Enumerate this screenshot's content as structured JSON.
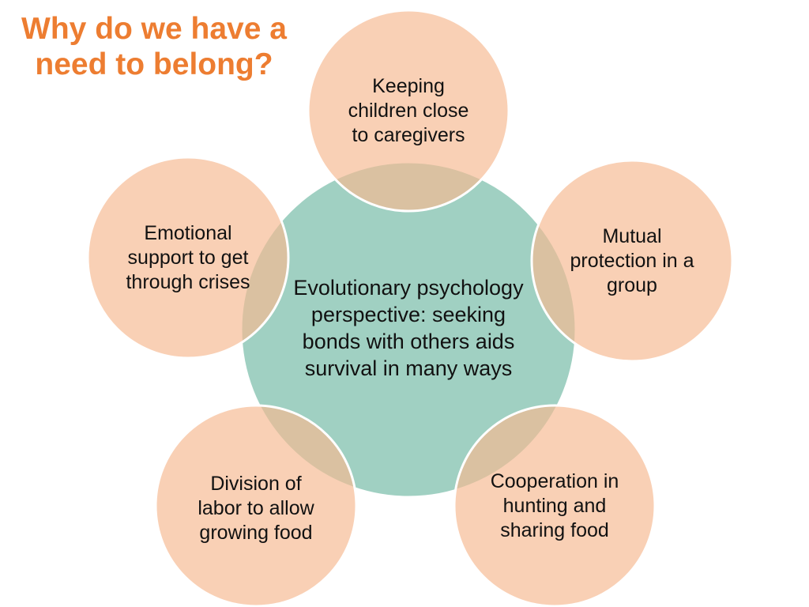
{
  "title": "Why do we have a need to belong?",
  "center": {
    "label": "Evolutionary psychology perspective: seeking bonds with others aids survival in many ways",
    "fill": "#A0D0C2"
  },
  "outer_nodes": [
    {
      "id": "top",
      "label": "Keeping children close to caregivers"
    },
    {
      "id": "right",
      "label": "Mutual protection in a group"
    },
    {
      "id": "bottom-right",
      "label": "Cooperation in hunting and sharing food"
    },
    {
      "id": "bottom-left",
      "label": "Division of labor to allow growing food"
    },
    {
      "id": "left",
      "label": "Emotional support to get through crises"
    }
  ],
  "colors": {
    "title": "#ED7D31",
    "outer_fill": "#F6B992",
    "outline": "#FFFFFF",
    "text": "#111111"
  }
}
